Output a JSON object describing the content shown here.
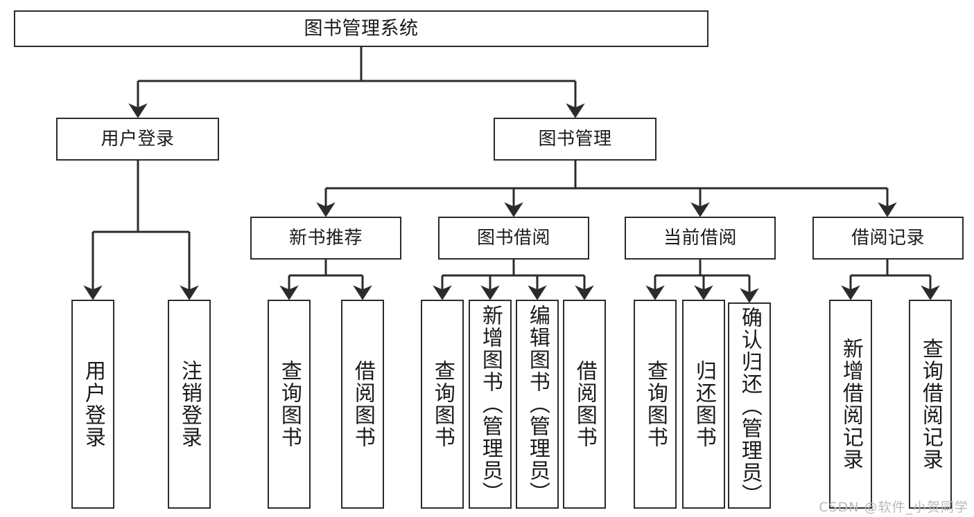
{
  "diagram": {
    "type": "tree",
    "title": "图书管理系统",
    "line_color": "#2b2b2b",
    "box_fill": "#ffffff",
    "text_color": "#1a1a1a",
    "watermark": "CSDN @软件_小贺同学"
  },
  "nodes": {
    "root": {
      "label": "图书管理系统"
    },
    "level2": [
      {
        "label": "用户登录"
      },
      {
        "label": "图书管理"
      }
    ],
    "level3": [
      {
        "label": "新书推荐"
      },
      {
        "label": "图书借阅"
      },
      {
        "label": "当前借阅"
      },
      {
        "label": "借阅记录"
      }
    ],
    "leaves": {
      "user_login": [
        {
          "label": "用户登录"
        },
        {
          "label": "注销登录"
        }
      ],
      "new_book_recommend": [
        {
          "label": "查询图书"
        },
        {
          "label": "借阅图书"
        }
      ],
      "book_borrow": [
        {
          "label": "查询图书"
        },
        {
          "label": "新增图书（管理员）"
        },
        {
          "label": "编辑图书（管理员）"
        },
        {
          "label": "借阅图书"
        }
      ],
      "current_borrow": [
        {
          "label": "查询图书"
        },
        {
          "label": "归还图书"
        },
        {
          "label": "确认归还（管理员）"
        }
      ],
      "borrow_record": [
        {
          "label": "新增借阅记录"
        },
        {
          "label": "查询借阅记录"
        }
      ]
    }
  }
}
